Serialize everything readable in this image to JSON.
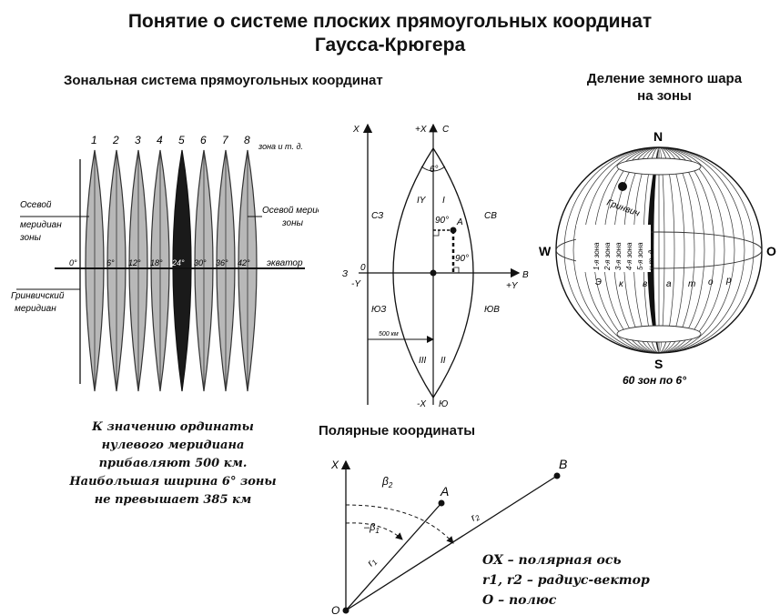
{
  "title": {
    "line1": "Понятие о системе плоских прямоугольных координат",
    "line2": "Гаусса-Крюгера"
  },
  "zonal": {
    "heading": "Зональная система прямоугольных координат",
    "zone_numbers": [
      "1",
      "2",
      "3",
      "4",
      "5",
      "6",
      "7",
      "8"
    ],
    "zones_etc": "зона и т. д.",
    "degrees": [
      "0°",
      "6°",
      "12°",
      "18°",
      "24°",
      "30°",
      "36°",
      "42°"
    ],
    "equator": "экватор",
    "axial_meridian_left": [
      "Осевой",
      "меридиан",
      "зоны"
    ],
    "axial_meridian_right": [
      "Осевой меридиан",
      "зоны"
    ],
    "greenwich_meridian": [
      "Гринвичский",
      "меридиан"
    ],
    "note": [
      "К значению ординаты",
      "нулевого меридиана",
      "прибавляют 500 км.",
      "Наибольшая ширина 6° зоны",
      "не превышает 385 км"
    ]
  },
  "zone_diagram": {
    "x_label": "X",
    "plus_x": "+X",
    "minus_x": "-X",
    "minus_y": "-Y",
    "plus_y": "+Y",
    "c": "C",
    "yu": "Ю",
    "b": "B",
    "z": "З",
    "zero": "0",
    "six_deg": "6°",
    "ninety1": "90°",
    "ninety2": "90°",
    "a": "A",
    "q1": "I",
    "q2": "II",
    "q3": "III",
    "q4": "IY",
    "sz": "СЗ",
    "sv": "СВ",
    "yuz": "ЮЗ",
    "yuv": "ЮВ",
    "dist": "500 км"
  },
  "globe": {
    "heading1": "Деление земного шара",
    "heading2": "на зоны",
    "n": "N",
    "s": "S",
    "w": "W",
    "o": "O",
    "greenwich": "Гринвич",
    "zones": [
      "1-я зона",
      "2-я зона",
      "3-я зона",
      "4-я зона",
      "5-я зона",
      "и т. д."
    ],
    "equator_letters": [
      "Э",
      "к",
      "в",
      "а",
      "т",
      "о",
      "р"
    ],
    "caption": "60 зон по 6°"
  },
  "polar": {
    "heading": "Полярные координаты",
    "x": "X",
    "o": "O",
    "a": "A",
    "b": "B",
    "beta1": "β",
    "beta1_sub": "1",
    "beta2": "β",
    "beta2_sub": "2",
    "r1": "r",
    "r1_sub": "1",
    "r2": "r",
    "r2_sub": "2",
    "legend": [
      "OX – полярная ось",
      "r1, r2 – радиус-вектор",
      "O – полюс"
    ]
  }
}
